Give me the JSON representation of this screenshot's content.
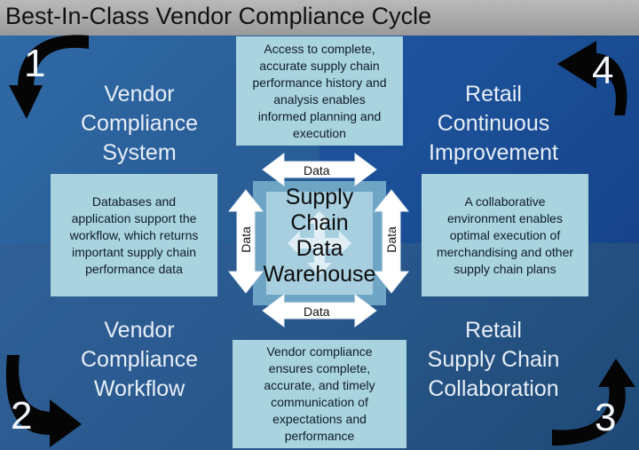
{
  "title": "Best-In-Class Vendor Compliance Cycle",
  "quadrants": [
    {
      "number": "1",
      "title_lines": [
        "Vendor",
        "Compliance",
        "System"
      ],
      "desc_lines": [
        "Databases and",
        "application support the",
        "workflow, which returns",
        "important supply chain",
        "performance data"
      ]
    },
    {
      "number": "2",
      "title_lines": [
        "Vendor",
        "Compliance",
        "Workflow"
      ]
    },
    {
      "number": "3",
      "title_lines": [
        "Retail",
        "Supply Chain",
        "Collaboration"
      ]
    },
    {
      "number": "4",
      "title_lines": [
        "Retail",
        "Continuous",
        "Improvement"
      ],
      "desc_lines": [
        "A collaborative",
        "environment enables",
        "optimal execution of",
        "merchandising and other",
        "supply chain plans"
      ]
    }
  ],
  "top_box_lines": [
    "Access to complete,",
    "accurate supply chain",
    "performance history and",
    "analysis enables",
    "informed planning and",
    "execution"
  ],
  "bottom_box_lines": [
    "Vendor compliance",
    "ensures complete,",
    "accurate, and timely",
    "communication of",
    "expectations and",
    "performance"
  ],
  "center_lines": [
    "Supply",
    "Chain",
    "Data",
    "Warehouse"
  ],
  "data_label": "Data",
  "colors": {
    "title_bar": "#a8a8a8",
    "box_fill": "#a9d4df",
    "arrow_fill": "#ffffff",
    "curve_arrow": "#000000"
  }
}
